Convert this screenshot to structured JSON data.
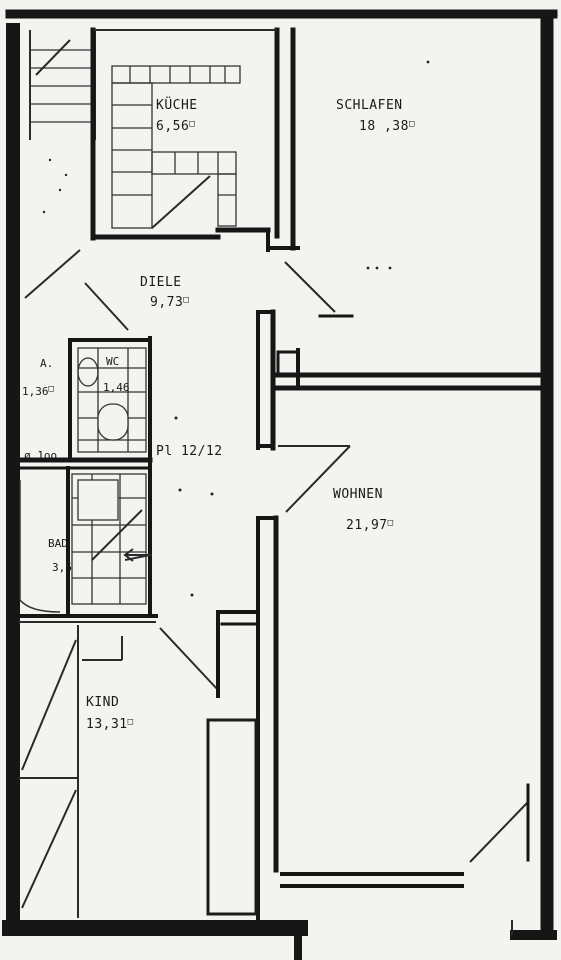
{
  "rooms": {
    "kueche": {
      "name": "KÜCHE",
      "area": "6,56"
    },
    "schlafen": {
      "name": "SCHLAFEN",
      "area": "18 ,38"
    },
    "diele": {
      "name": "DIELE",
      "area": "9,73"
    },
    "wc": {
      "name": "WC",
      "area": "1,46"
    },
    "abstell": {
      "name": "A.",
      "area": "1,36"
    },
    "bad": {
      "name": "BAD",
      "area": "3,6"
    },
    "wohnen": {
      "name": "WOHNEN",
      "area": "21,97"
    },
    "kind": {
      "name": "KIND",
      "area": "13,31"
    }
  },
  "notes": {
    "pl": "Pl 12/12",
    "marker": "ø 1oo"
  },
  "area_unit_symbol": "□"
}
